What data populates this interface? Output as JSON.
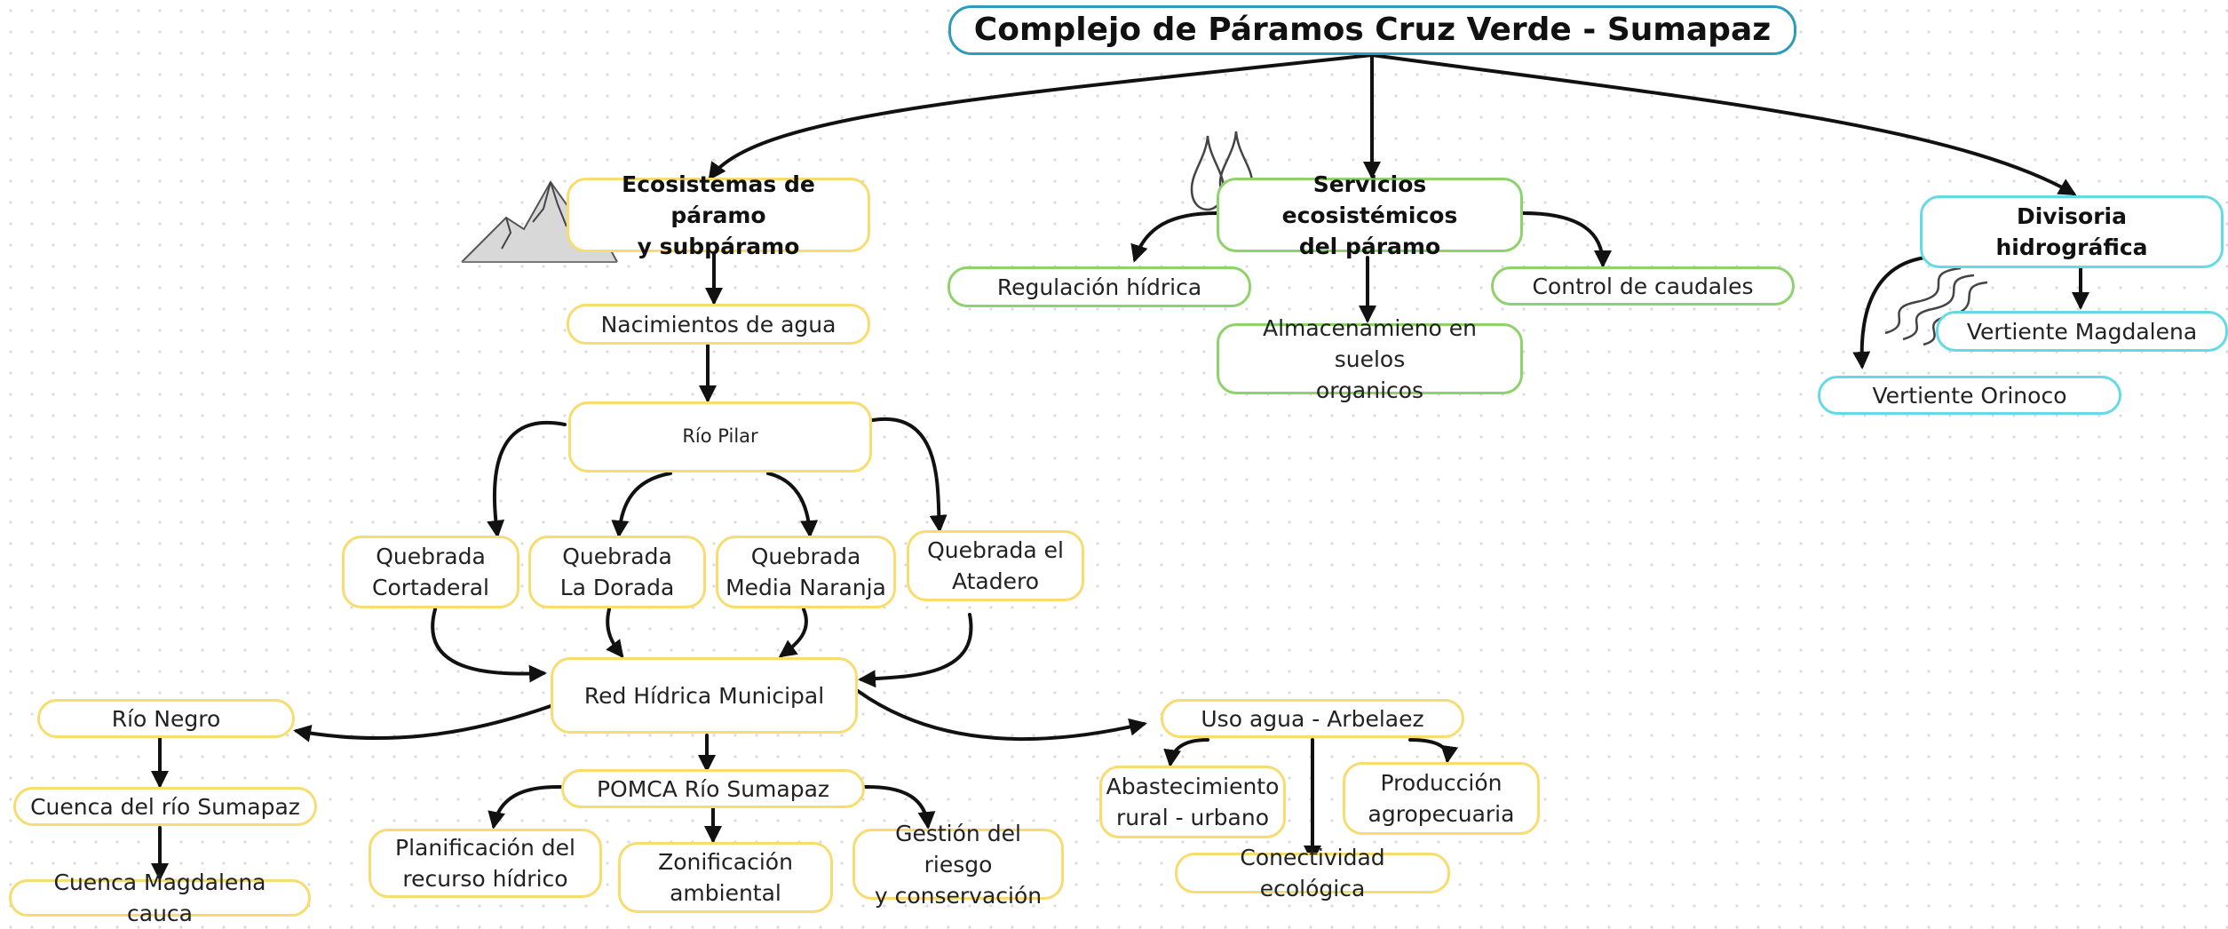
{
  "title": "Complejo de Páramos  Cruz Verde - Sumapaz",
  "branches": {
    "ecosistemas": {
      "label": "Ecosistemas de páramo\ny subpáramo",
      "icon": "mountain-icon",
      "nacimientos": "Nacimientos de agua",
      "rio_pilar": "Río Pilar",
      "quebradas": [
        "Quebrada\nCortaderal",
        "Quebrada\nLa Dorada",
        "Quebrada\nMedia Naranja",
        "Quebrada el\nAtadero"
      ],
      "red_hidrica": "Red Hídrica Municipal",
      "rio_negro": {
        "label": "Río Negro",
        "children": [
          "Cuenca del río Sumapaz",
          "Cuenca Magdalena cauca"
        ]
      },
      "pomca": {
        "label": "POMCA Río Sumapaz",
        "children": [
          "Planificación del\nrecurso hídrico",
          "Zonificación\nambiental",
          "Gestión del riesgo\ny conservación"
        ]
      },
      "uso_agua": {
        "label": "Uso agua - Arbelaez",
        "children": [
          "Abastecimiento\nrural - urbano",
          "Producción\nagropecuaria",
          "Conectividad ecológica"
        ]
      }
    },
    "servicios": {
      "label": "Servicios ecosistémicos\ndel páramo",
      "icon": "water-drops-icon",
      "children": [
        "Regulación hídrica",
        "Almacenamieno en suelos\norganicos",
        "Control de caudales"
      ]
    },
    "divisoria": {
      "label": "Divisoria\nhidrográfica",
      "icon": "river-icon",
      "children": [
        "Vertiente Magdalena",
        "Vertiente Orinoco"
      ]
    }
  },
  "colors": {
    "title_border": "#2e9cb9",
    "yellow_border": "#f7dc6f",
    "green_border": "#8fd16a",
    "cyan_border": "#66d9e6",
    "arrow": "#111111"
  }
}
